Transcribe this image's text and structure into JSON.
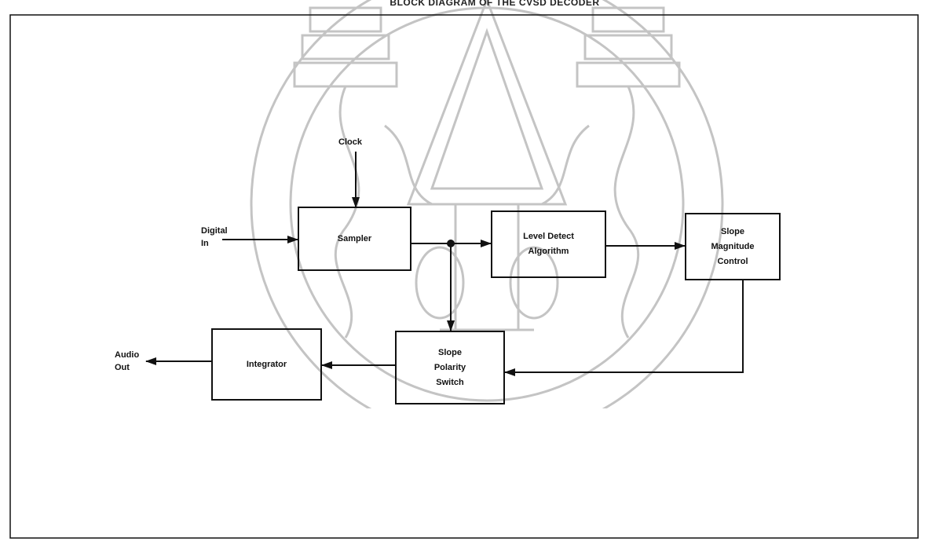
{
  "title": "BLOCK DIAGRAM OF THE CVSD DECODER",
  "blocks": {
    "sampler": "Sampler",
    "level_detect": "Level Detect\nAlgorithm",
    "slope_magnitude": "Slope\nMagnitude\nControl",
    "slope_polarity": "Slope\nPolarity\nSwitch",
    "integrator": "Integrator"
  },
  "labels": {
    "clock": "Clock",
    "digital_in": "Digital\nIn",
    "audio_out": "Audio\nOut"
  },
  "colors": {
    "line": "#111111",
    "watermark": "#bdbdbd"
  },
  "watermark": "university-seal"
}
